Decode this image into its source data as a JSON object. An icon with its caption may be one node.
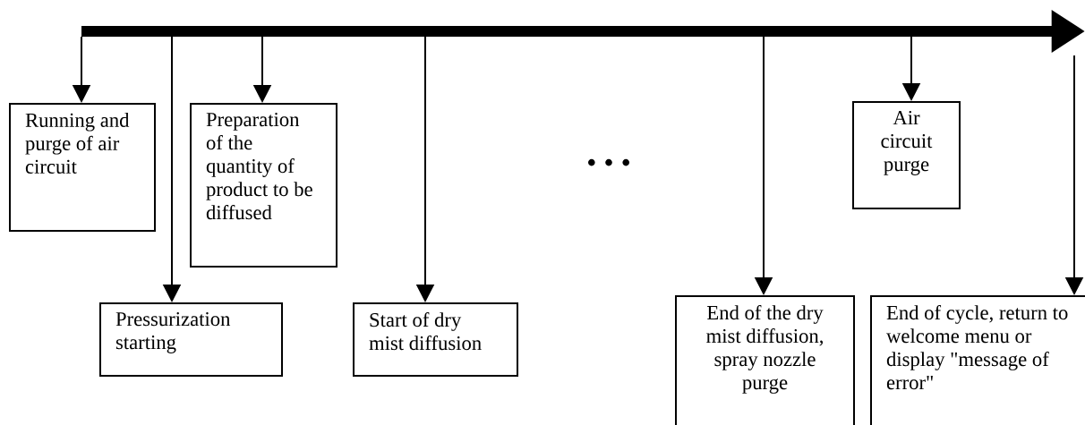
{
  "diagram": {
    "nodes": [
      {
        "text": [
          "Running and purge of air circuit"
        ]
      },
      {
        "text": [
          "Pressurization starting"
        ]
      },
      {
        "text": [
          "Preparation of the quantity of product to be diffused"
        ]
      },
      {
        "text": [
          "Start of dry mist diffusion"
        ]
      },
      {
        "text": [
          "End of the dry mist diffusion, spray nozzle purge"
        ]
      },
      {
        "text": [
          "Air circuit purge"
        ]
      },
      {
        "text": [
          "End of cycle, return to welcome menu or display \"message of error\""
        ]
      }
    ],
    "edges": [
      {
        "from": null,
        "to": 0,
        "arrow": "to"
      },
      {
        "from": null,
        "to": 1,
        "arrow": "to"
      },
      {
        "from": null,
        "to": 2,
        "arrow": "to"
      },
      {
        "from": null,
        "to": 3,
        "arrow": "to"
      },
      {
        "from": null,
        "to": 4,
        "arrow": "to"
      },
      {
        "from": null,
        "to": 5,
        "arrow": "to"
      },
      {
        "from": null,
        "to": 6,
        "arrow": "to"
      }
    ],
    "labels": [
      "• • •"
    ]
  }
}
